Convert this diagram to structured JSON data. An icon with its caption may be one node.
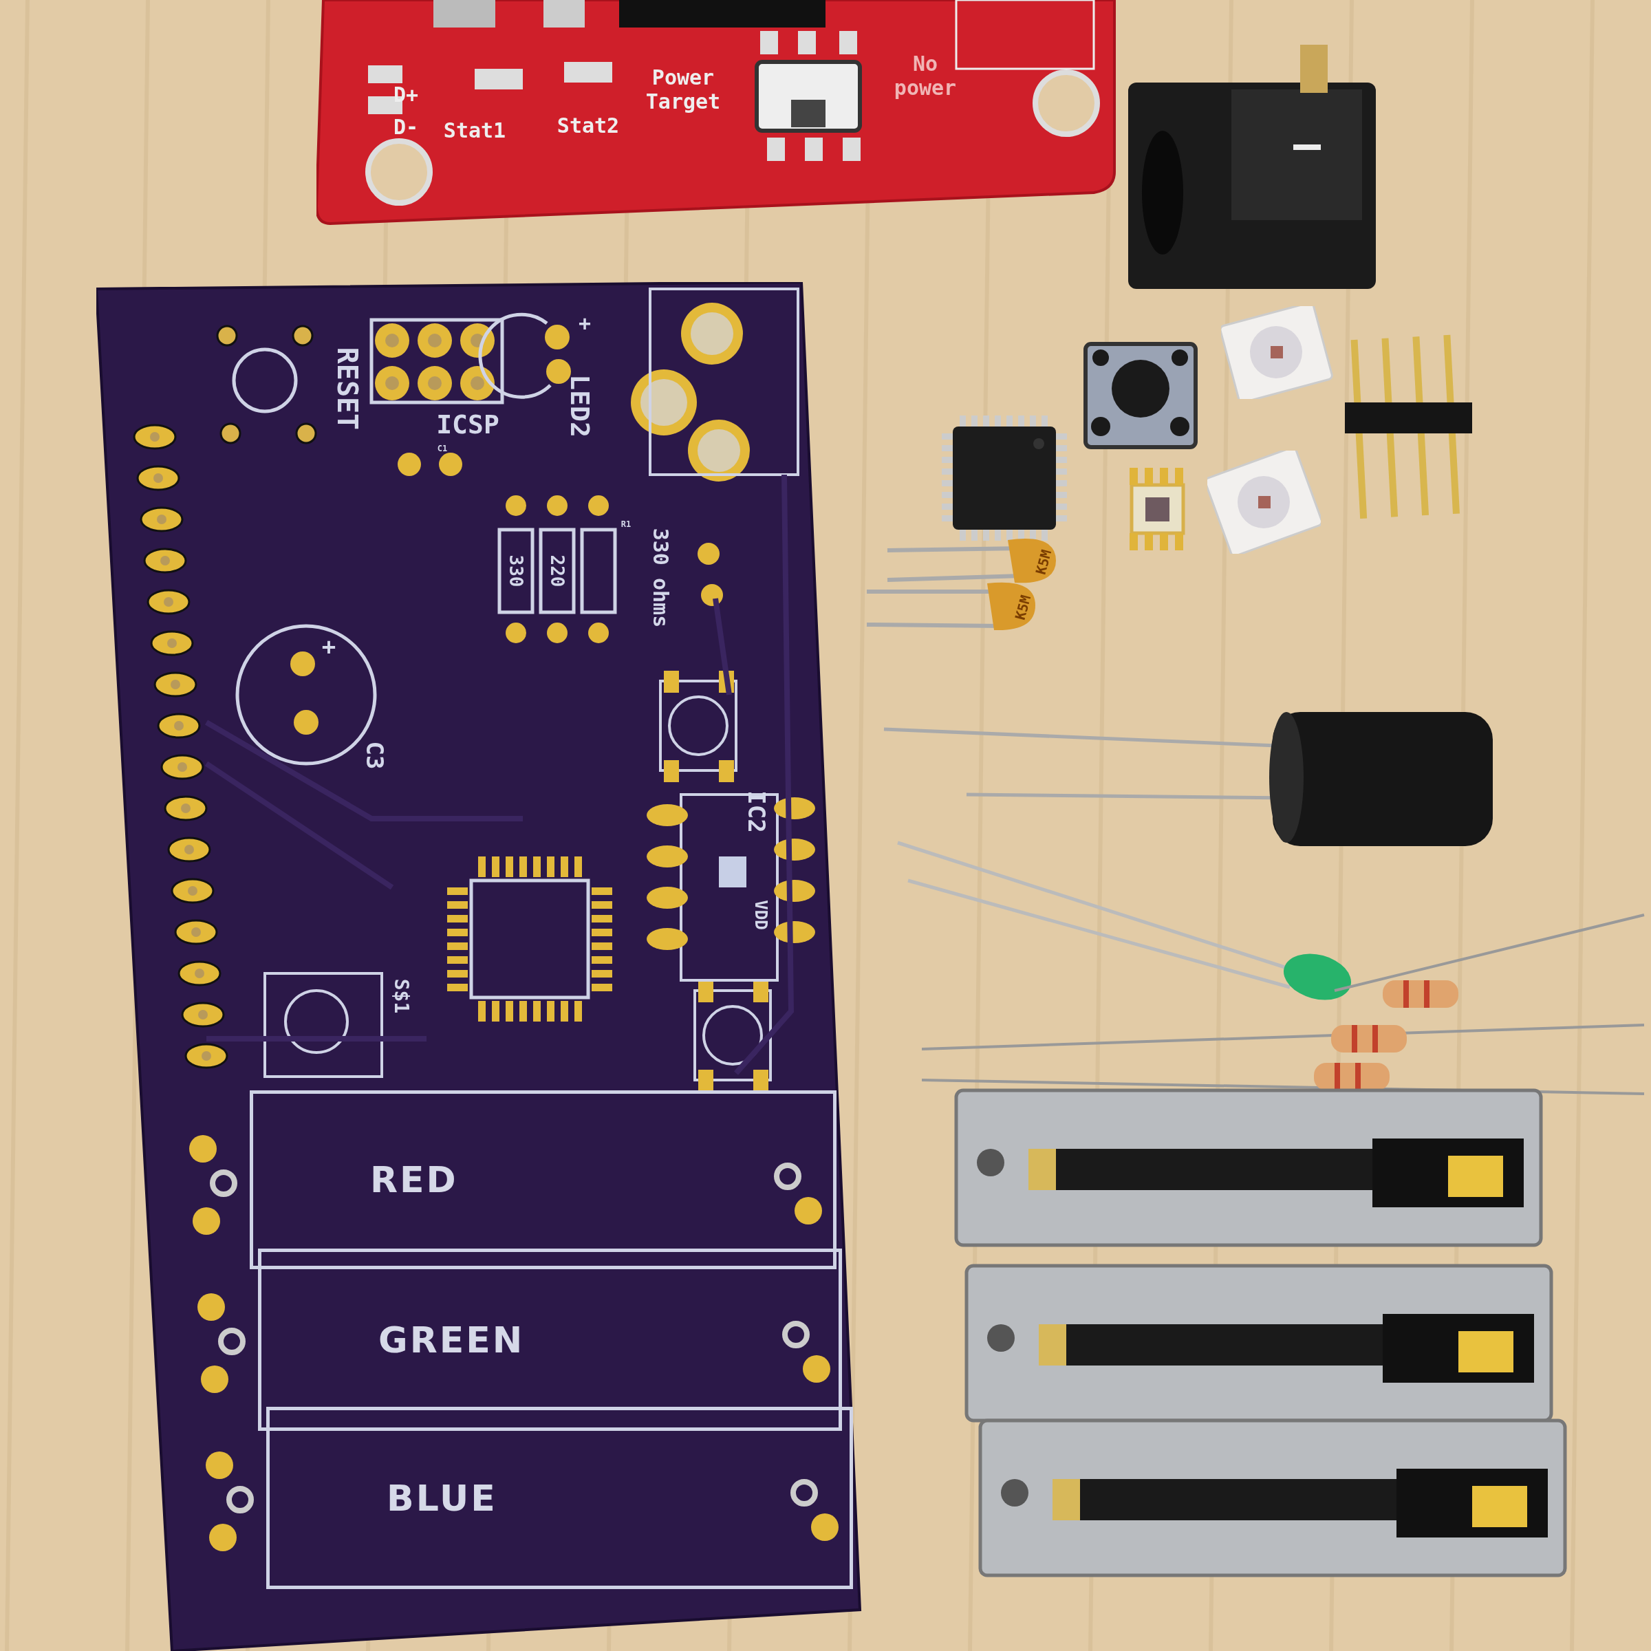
{
  "diagram": {
    "nodes": [
      {
        "text": [
          "RED"
        ]
      },
      {
        "text": [
          "GREEN"
        ]
      },
      {
        "text": [
          "BLUE"
        ]
      }
    ],
    "labels": [
      "D+",
      "D-",
      "Stat1",
      "Stat2",
      "Power Target",
      "No power",
      "RESET",
      "ICSP",
      "+",
      "LED2",
      "C1",
      "330",
      "220",
      "R1",
      "330 ohms",
      "+",
      "C3",
      "IC2",
      "VDD",
      "S$1",
      "K5M",
      "K5M"
    ]
  }
}
